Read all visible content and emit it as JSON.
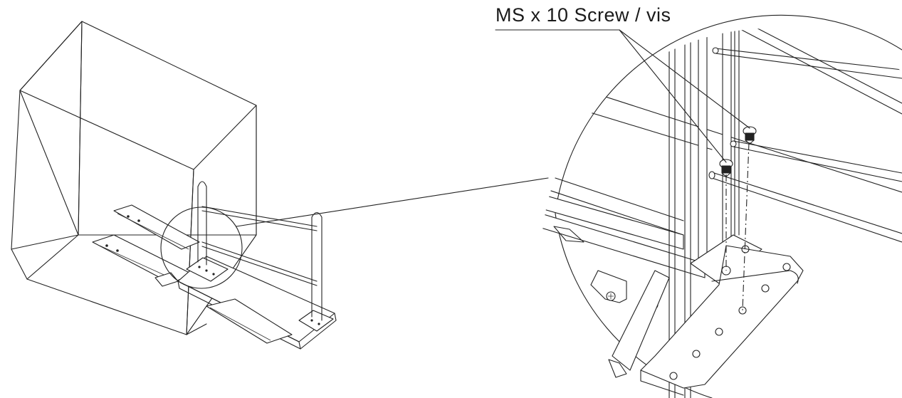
{
  "callout": {
    "label": "MS x 10 Screw / vis"
  },
  "icons": {
    "cabinet": "cabinet-outline",
    "pullout": "pullout-basket",
    "screw": "screw-icon",
    "magnifier": "detail-circle"
  }
}
